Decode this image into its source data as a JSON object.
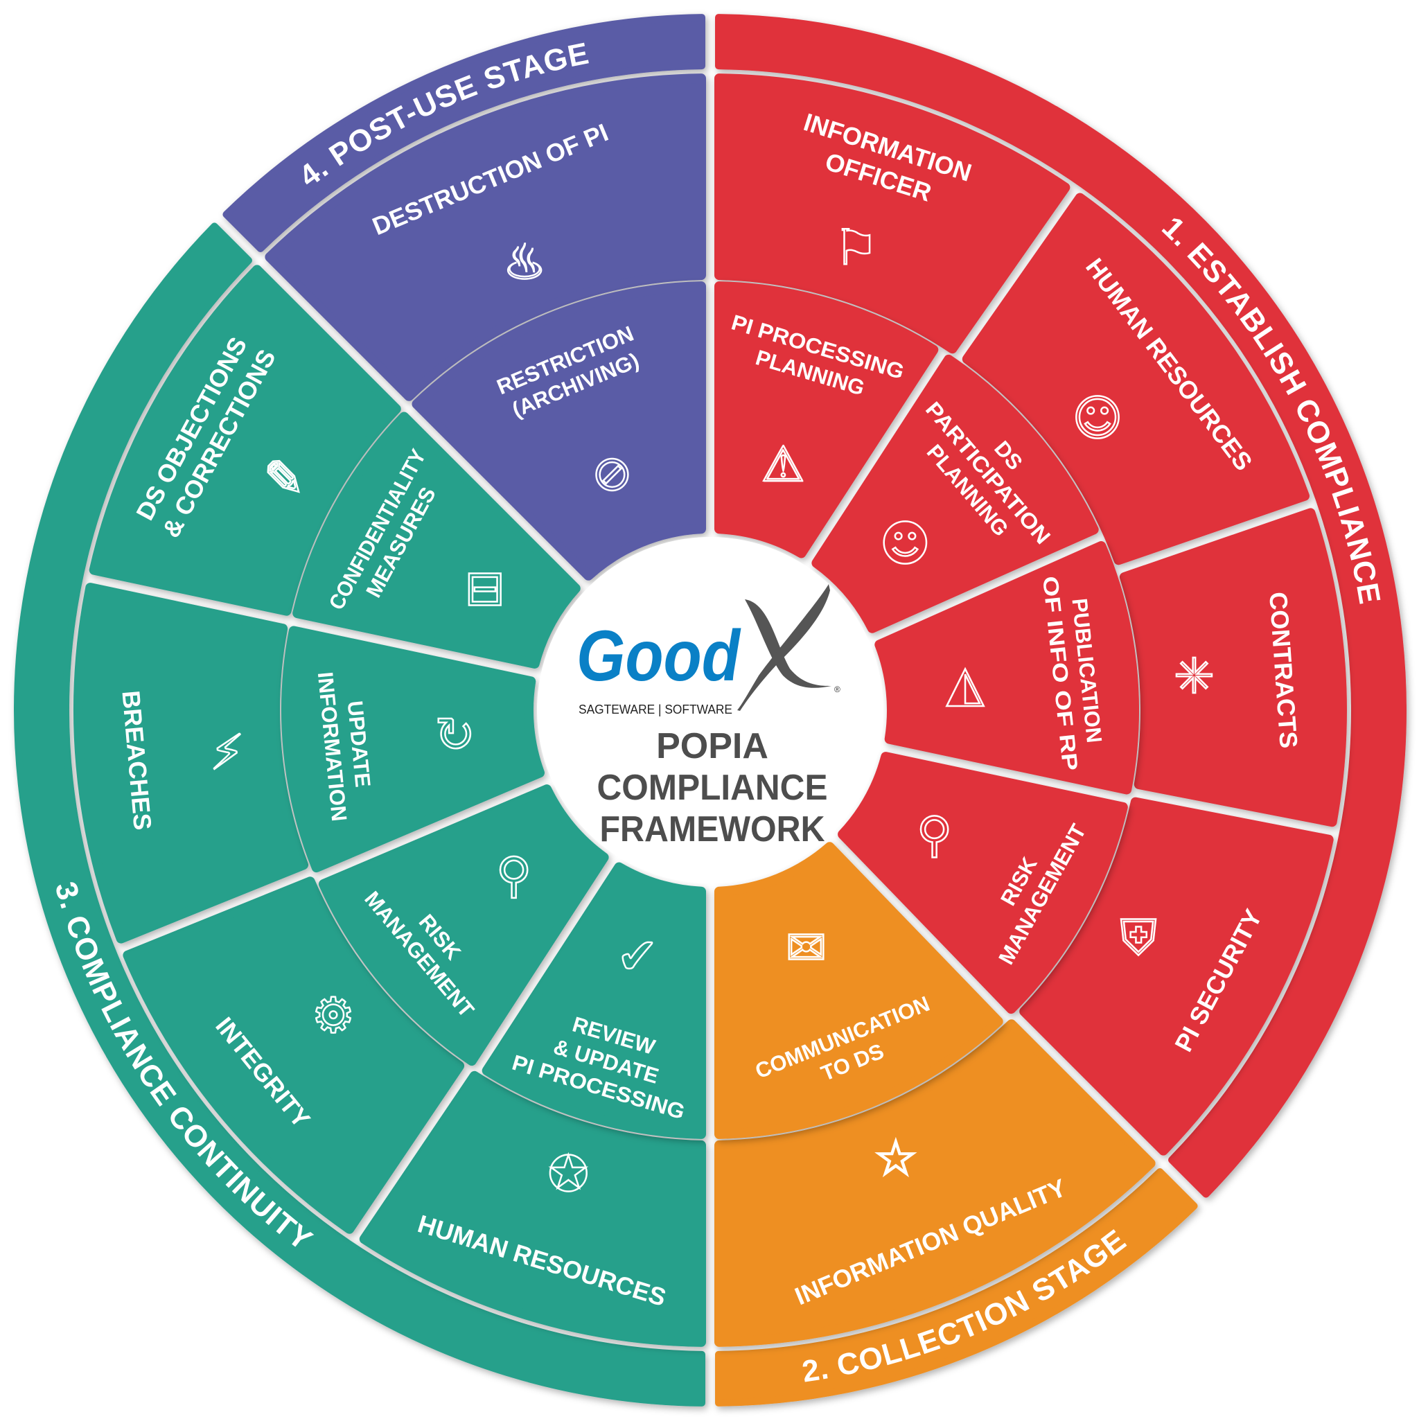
{
  "colors": {
    "stage1": "#e0313b",
    "stage2": "#ee8f22",
    "stage3": "#27a08b",
    "stage4": "#5a5ca6",
    "title": "#4d4d4d",
    "brand_blue": "#0a80c6",
    "brand_gray": "#555555"
  },
  "logo": {
    "word": "Good",
    "mark": "X",
    "tagline": "SAGTEWARE | SOFTWARE",
    "registered": "®"
  },
  "title": {
    "line1": "POPIA",
    "line2": "COMPLIANCE",
    "line3": "FRAMEWORK"
  },
  "stages": [
    {
      "label": "1. ESTABLISH COMPLIANCE"
    },
    {
      "label": "2. COLLECTION STAGE"
    },
    {
      "label": "3. COMPLIANCE CONTINUITY"
    },
    {
      "label": "4. POST-USE STAGE"
    }
  ],
  "outer_cells": [
    {
      "stage": 0,
      "lines": [
        "INFORMATION",
        "OFFICER"
      ],
      "icon": "officer-cap-icon",
      "glyph": "⚑"
    },
    {
      "stage": 0,
      "lines": [
        "HUMAN RESOURCES"
      ],
      "icon": "people-icon",
      "glyph": "☺"
    },
    {
      "stage": 0,
      "lines": [
        "CONTRACTS"
      ],
      "icon": "network-icon",
      "glyph": "✳"
    },
    {
      "stage": 0,
      "lines": [
        "PI SECURITY"
      ],
      "icon": "shield-lock-icon",
      "glyph": "⛨"
    },
    {
      "stage": 1,
      "lines": [
        "INFORMATION QUALITY"
      ],
      "icon": "star-icon",
      "glyph": "☆"
    },
    {
      "stage": 2,
      "lines": [
        "HUMAN RESOURCES"
      ],
      "icon": "graduation-cap-icon",
      "glyph": "✪"
    },
    {
      "stage": 2,
      "lines": [
        "INTEGRITY"
      ],
      "icon": "certificate-icon",
      "glyph": "⚙"
    },
    {
      "stage": 2,
      "lines": [
        "BREACHES"
      ],
      "icon": "alarm-icon",
      "glyph": "⚡"
    },
    {
      "stage": 2,
      "lines": [
        "DS OBJECTIONS",
        "& CORRECTIONS"
      ],
      "icon": "edit-icon",
      "glyph": "✎"
    },
    {
      "stage": 3,
      "lines": [
        "DESTRUCTION OF PI"
      ],
      "icon": "fire-icon",
      "glyph": "♨"
    }
  ],
  "inner_cells": [
    {
      "stage": 0,
      "lines": [
        "PI PROCESSING",
        "PLANNING"
      ],
      "icon": "warning-icon",
      "glyph": "⚠"
    },
    {
      "stage": 0,
      "lines": [
        "DS",
        "PARTICIPATION",
        "PLANNING"
      ],
      "icon": "discussion-icon",
      "glyph": "☻"
    },
    {
      "stage": 0,
      "lines": [
        "PUBLICATION",
        "OF INFO OF RP"
      ],
      "icon": "megaphone-icon",
      "glyph": "◭"
    },
    {
      "stage": 0,
      "lines": [
        "RISK",
        "MANAGEMENT"
      ],
      "icon": "magnifier-icon",
      "glyph": "⚲"
    },
    {
      "stage": 1,
      "lines": [
        "COMMUNICATION",
        "TO DS"
      ],
      "icon": "envelope-icon",
      "glyph": "✉"
    },
    {
      "stage": 2,
      "lines": [
        "REVIEW",
        "& UPDATE",
        "PI PROCESSING"
      ],
      "icon": "thumbs-up-icon",
      "glyph": "✔"
    },
    {
      "stage": 2,
      "lines": [
        "RISK",
        "MANAGEMENT"
      ],
      "icon": "magnifier-icon",
      "glyph": "⚲"
    },
    {
      "stage": 2,
      "lines": [
        "UPDATE",
        "INFORMATION"
      ],
      "icon": "refresh-clock-icon",
      "glyph": "↻"
    },
    {
      "stage": 2,
      "lines": [
        "CONFIDENTIALITY",
        "MEASURES"
      ],
      "icon": "padlock-icon",
      "glyph": "⊟"
    },
    {
      "stage": 3,
      "lines": [
        "RESTRICTION",
        "(ARCHIVING)"
      ],
      "icon": "restricted-icon",
      "glyph": "⊘"
    }
  ]
}
